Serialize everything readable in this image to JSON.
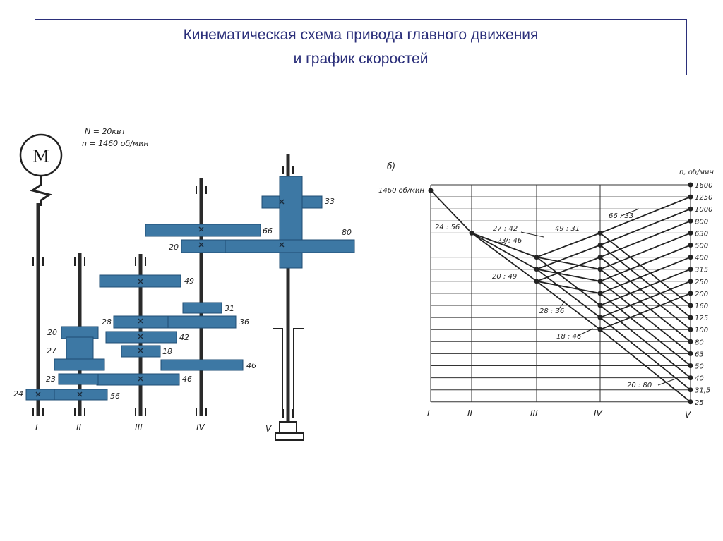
{
  "title": {
    "line1": "Кинематическая схема привода главного движения",
    "line2": "и график скоростей"
  },
  "scheme": {
    "motor_label": "M",
    "power": "N = 20квт",
    "speed": "n = 1460 об/мин",
    "shafts": [
      "I",
      "II",
      "III",
      "IV",
      "V"
    ],
    "gear_color": "#3d78a4",
    "gear_labels": [
      "33",
      "66",
      "80",
      "20",
      "49",
      "31",
      "28",
      "36",
      "42",
      "18",
      "46",
      "20",
      "27",
      "23",
      "46",
      "24",
      "56"
    ]
  },
  "graph": {
    "panel_label": "б)",
    "input_speed": "1460 об/мин",
    "axis_unit": "n, об/мин",
    "speeds": [
      "1600",
      "1250",
      "1000",
      "800",
      "630",
      "500",
      "400",
      "315",
      "250",
      "200",
      "160",
      "125",
      "100",
      "80",
      "63",
      "50",
      "40",
      "31,5",
      "25"
    ],
    "shafts": [
      "I",
      "II",
      "III",
      "IV",
      "V"
    ],
    "ratio_labels": [
      "24 : 56",
      "27 : 42",
      "23 : 46",
      "20 : 49",
      "49 : 31",
      "66 : 33",
      "28 : 36",
      "18 : 46",
      "20 : 80"
    ]
  }
}
